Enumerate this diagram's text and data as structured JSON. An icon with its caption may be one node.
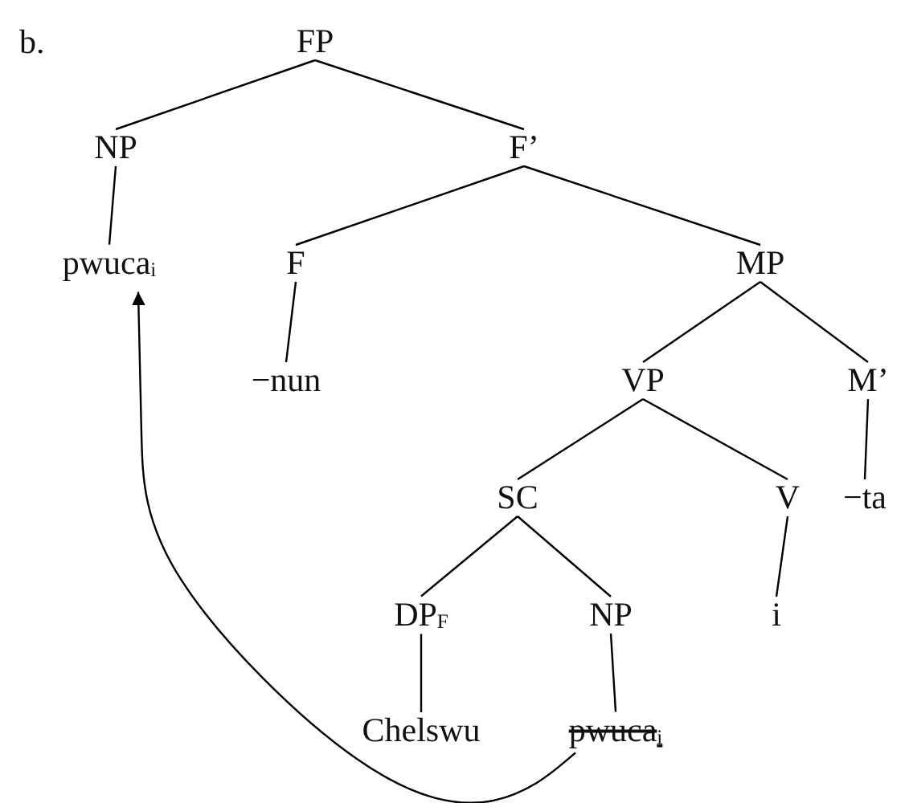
{
  "diagram": {
    "nodes": [
      {
        "text": [
          "FP"
        ]
      },
      {
        "text": [
          "NP"
        ]
      },
      {
        "text": [
          "F’"
        ]
      },
      {
        "text": [
          "pwuca$_{i}$"
        ]
      },
      {
        "text": [
          "F"
        ]
      },
      {
        "text": [
          "MP"
        ]
      },
      {
        "text": [
          "−nun"
        ]
      },
      {
        "text": [
          "VP"
        ]
      },
      {
        "text": [
          "M’"
        ]
      },
      {
        "text": [
          "SC"
        ]
      },
      {
        "text": [
          "V"
        ]
      },
      {
        "text": [
          "−ta"
        ]
      },
      {
        "text": [
          "DP$_{F}$"
        ]
      },
      {
        "text": [
          "NP"
        ]
      },
      {
        "text": [
          "i"
        ]
      },
      {
        "text": [
          "Chelswu"
        ]
      },
      {
        "text": [
          "pwuca$_{i}$"
        ]
      }
    ],
    "edges": [
      {
        "from": 0,
        "to": 1,
        "arrow": "none"
      },
      {
        "from": 0,
        "to": 2,
        "arrow": "none"
      },
      {
        "from": 1,
        "to": 3,
        "arrow": "none"
      },
      {
        "from": 2,
        "to": 4,
        "arrow": "none"
      },
      {
        "from": 2,
        "to": 5,
        "arrow": "none"
      },
      {
        "from": 4,
        "to": 6,
        "arrow": "none"
      },
      {
        "from": 5,
        "to": 7,
        "arrow": "none"
      },
      {
        "from": 5,
        "to": 8,
        "arrow": "none"
      },
      {
        "from": 7,
        "to": 9,
        "arrow": "none"
      },
      {
        "from": 7,
        "to": 10,
        "arrow": "none"
      },
      {
        "from": 8,
        "to": 11,
        "arrow": "none"
      },
      {
        "from": 9,
        "to": 12,
        "arrow": "none"
      },
      {
        "from": 9,
        "to": 13,
        "arrow": "none"
      },
      {
        "from": 10,
        "to": 14,
        "arrow": "none"
      },
      {
        "from": 12,
        "to": 15,
        "arrow": "none"
      },
      {
        "from": 13,
        "to": 16,
        "arrow": "none"
      },
      {
        "from": 16,
        "to": 3,
        "arrow": "to"
      }
    ],
    "labels": [
      "b."
    ]
  }
}
